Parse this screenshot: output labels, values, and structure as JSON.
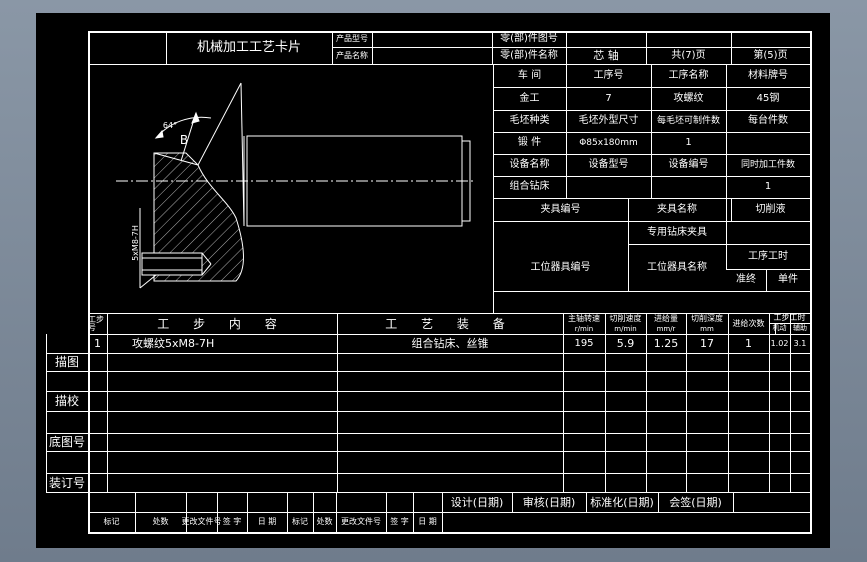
{
  "header": {
    "card_title": "机械加工工艺卡片",
    "product_model_label": "产品型号",
    "product_name_label": "产品名称",
    "part_no_label": "零(部)件图号",
    "part_name_label": "零(部)件名称",
    "part_name": "芯 轴",
    "total_pages": "共(7)页",
    "page_no": "第(5)页"
  },
  "info": {
    "workshop_label": "车 间",
    "process_no_label": "工序号",
    "process_name_label": "工序名称",
    "material_label": "材料牌号",
    "workshop": "金工",
    "process_no": "7",
    "process_name": "攻螺纹",
    "material": "45钢",
    "blank_type_label": "毛坯种类",
    "blank_size_label": "毛坯外型尺寸",
    "parts_per_blank_label": "每毛坯可制件数",
    "parts_per_unit_label": "每台件数",
    "blank_type": "锻 件",
    "blank_size": "Φ85x180mm",
    "parts_per_blank": "1",
    "equipment_name_label": "设备名称",
    "equipment_model_label": "设备型号",
    "equipment_no_label": "设备编号",
    "simultaneous_label": "同时加工件数",
    "equipment_name": "组合钻床",
    "simultaneous": "1",
    "fixture_no_label": "夹具编号",
    "fixture_name_label": "夹具名称",
    "coolant_label": "切削液",
    "fixture_name": "专用钻床夹具",
    "station_tool_no_label": "工位器具编号",
    "station_tool_name_label": "工位器具名称",
    "process_time_label": "工序工时",
    "prep_label": "准终",
    "unit_label": "单件"
  },
  "drawing": {
    "angle_label": "64°",
    "view_label": "B",
    "thread_label": "5xM8-7H"
  },
  "steps": {
    "headers": {
      "step_no": "工步号",
      "content": "工 步 内 容",
      "equipment": "工 艺 装 备",
      "spindle_speed": "主轴转速",
      "spindle_speed_unit": "r/min",
      "cutting_speed": "切削速度",
      "cutting_speed_unit": "m/min",
      "feed": "进给量",
      "feed_unit": "mm/r",
      "depth": "切削深度",
      "depth_unit": "mm",
      "passes": "进给次数",
      "step_time": "工步工时",
      "machine": "机动",
      "aux": "辅助"
    },
    "rows": [
      {
        "no": "1",
        "content": "攻螺纹5xM8-7H",
        "equipment": "组合钻床、丝锥",
        "spindle_speed": "195",
        "cutting_speed": "5.9",
        "feed": "1.25",
        "depth": "17",
        "passes": "1",
        "machine": "1.02",
        "aux": "3.1"
      }
    ]
  },
  "side_labels": {
    "trace": "描图",
    "trace_check": "描校",
    "base_no": "底图号",
    "binding_no": "装订号"
  },
  "footer": {
    "design": "设计(日期)",
    "review": "审核(日期)",
    "standard": "标准化(日期)",
    "countersign": "会签(日期)",
    "mark": "标记",
    "count": "处数",
    "change_doc": "更改文件号",
    "sign": "签 字",
    "date": "日 期"
  }
}
